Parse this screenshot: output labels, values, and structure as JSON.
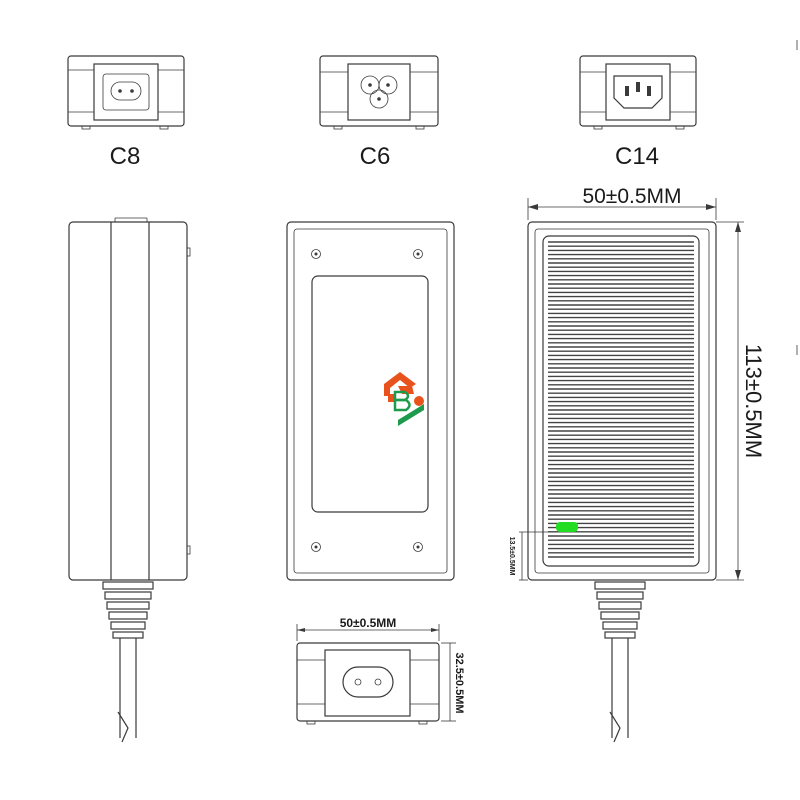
{
  "connectors": [
    {
      "label": "C8",
      "type": "figure-8"
    },
    {
      "label": "C6",
      "type": "cloverleaf"
    },
    {
      "label": "C14",
      "type": "iec-3-pin"
    }
  ],
  "dimensions": {
    "top_width": "50±0.5MM",
    "height": "113±0.5MM",
    "led_offset": "13.5±0.5MM",
    "end_width": "50±0.5MM",
    "end_height": "32.5±0.5MM"
  },
  "colors": {
    "outline": "#3a3a3a",
    "logo_orange": "#e8531d",
    "logo_green": "#1d9a4c",
    "led": "#22dd22"
  },
  "icons": {
    "logo": "brand-logo-icon",
    "led": "status-led-icon"
  }
}
